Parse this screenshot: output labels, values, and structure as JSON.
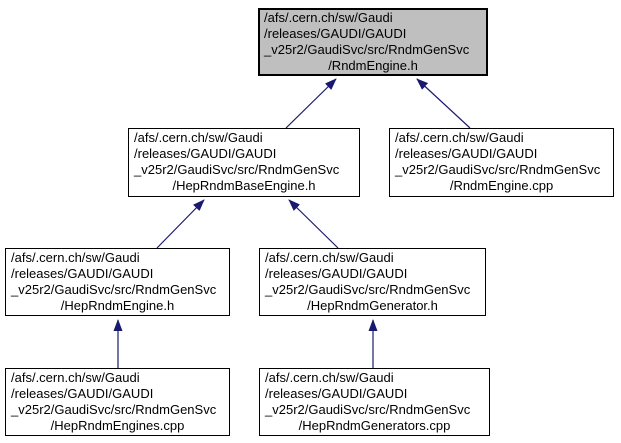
{
  "colors": {
    "edge": "#191970",
    "node_border": "#000000",
    "node_fill": "#ffffff",
    "highlight_fill": "#bfbfbf",
    "text": "#000000",
    "background": "#ffffff"
  },
  "diagram_type": "include-dependency-graph",
  "nodes": [
    {
      "id": "RndmEngine.h",
      "highlighted": true,
      "lines": [
        "/afs/.cern.ch/sw/Gaudi",
        "/releases/GAUDI/GAUDI",
        "_v25r2/GaudiSvc/src/RndmGenSvc",
        "/RndmEngine.h"
      ]
    },
    {
      "id": "HepRndmBaseEngine.h",
      "highlighted": false,
      "lines": [
        "/afs/.cern.ch/sw/Gaudi",
        "/releases/GAUDI/GAUDI",
        "_v25r2/GaudiSvc/src/RndmGenSvc",
        "/HepRndmBaseEngine.h"
      ]
    },
    {
      "id": "RndmEngine.cpp",
      "highlighted": false,
      "lines": [
        "/afs/.cern.ch/sw/Gaudi",
        "/releases/GAUDI/GAUDI",
        "_v25r2/GaudiSvc/src/RndmGenSvc",
        "/RndmEngine.cpp"
      ]
    },
    {
      "id": "HepRndmEngine.h",
      "highlighted": false,
      "lines": [
        "/afs/.cern.ch/sw/Gaudi",
        "/releases/GAUDI/GAUDI",
        "_v25r2/GaudiSvc/src/RndmGenSvc",
        "/HepRndmEngine.h"
      ]
    },
    {
      "id": "HepRndmGenerator.h",
      "highlighted": false,
      "lines": [
        "/afs/.cern.ch/sw/Gaudi",
        "/releases/GAUDI/GAUDI",
        "_v25r2/GaudiSvc/src/RndmGenSvc",
        "/HepRndmGenerator.h"
      ]
    },
    {
      "id": "HepRndmEngines.cpp",
      "highlighted": false,
      "lines": [
        "/afs/.cern.ch/sw/Gaudi",
        "/releases/GAUDI/GAUDI",
        "_v25r2/GaudiSvc/src/RndmGenSvc",
        "/HepRndmEngines.cpp"
      ]
    },
    {
      "id": "HepRndmGenerators.cpp",
      "highlighted": false,
      "lines": [
        "/afs/.cern.ch/sw/Gaudi",
        "/releases/GAUDI/GAUDI",
        "_v25r2/GaudiSvc/src/RndmGenSvc",
        "/HepRndmGenerators.cpp"
      ]
    }
  ],
  "edges": [
    {
      "from": "HepRndmBaseEngine.h",
      "to": "RndmEngine.h"
    },
    {
      "from": "RndmEngine.cpp",
      "to": "RndmEngine.h"
    },
    {
      "from": "HepRndmEngine.h",
      "to": "HepRndmBaseEngine.h"
    },
    {
      "from": "HepRndmGenerator.h",
      "to": "HepRndmBaseEngine.h"
    },
    {
      "from": "HepRndmEngines.cpp",
      "to": "HepRndmEngine.h"
    },
    {
      "from": "HepRndmGenerators.cpp",
      "to": "HepRndmGenerator.h"
    }
  ]
}
